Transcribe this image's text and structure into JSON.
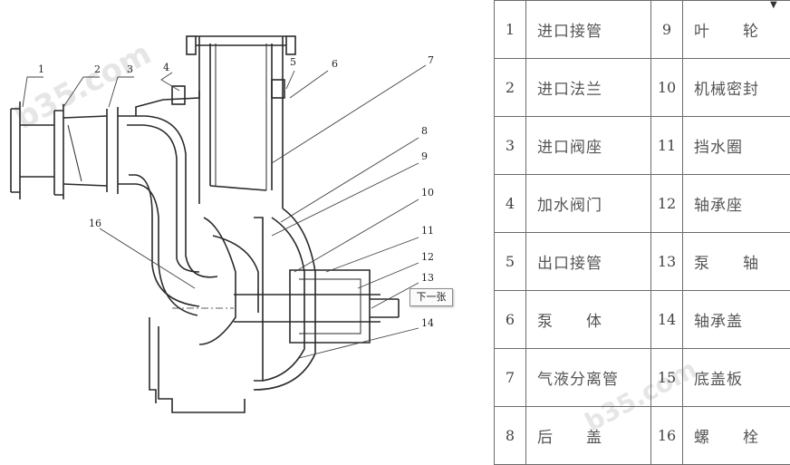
{
  "watermarks": [
    "b35.com",
    "b35.com"
  ],
  "tooltip": {
    "next_label": "下一张"
  },
  "callouts": [
    "1",
    "2",
    "3",
    "4",
    "5",
    "6",
    "7",
    "8",
    "9",
    "10",
    "11",
    "12",
    "13",
    "14",
    "16"
  ],
  "parts": [
    {
      "no": "1",
      "name": "进口接管",
      "no2": "9",
      "name2": "叶　　轮"
    },
    {
      "no": "2",
      "name": "进口法兰",
      "no2": "10",
      "name2": "机械密封"
    },
    {
      "no": "3",
      "name": "进口阀座",
      "no2": "11",
      "name2": "挡水圈"
    },
    {
      "no": "4",
      "name": "加水阀门",
      "no2": "12",
      "name2": "轴承座"
    },
    {
      "no": "5",
      "name": "出口接管",
      "no2": "13",
      "name2": "泵　　轴"
    },
    {
      "no": "6",
      "name": "泵　　体",
      "no2": "14",
      "name2": "轴承盖"
    },
    {
      "no": "7",
      "name": "气液分离管",
      "no2": "15",
      "name2": "底盖板"
    },
    {
      "no": "8",
      "name": "后　　盖",
      "no2": "16",
      "name2": "螺　　栓"
    }
  ]
}
